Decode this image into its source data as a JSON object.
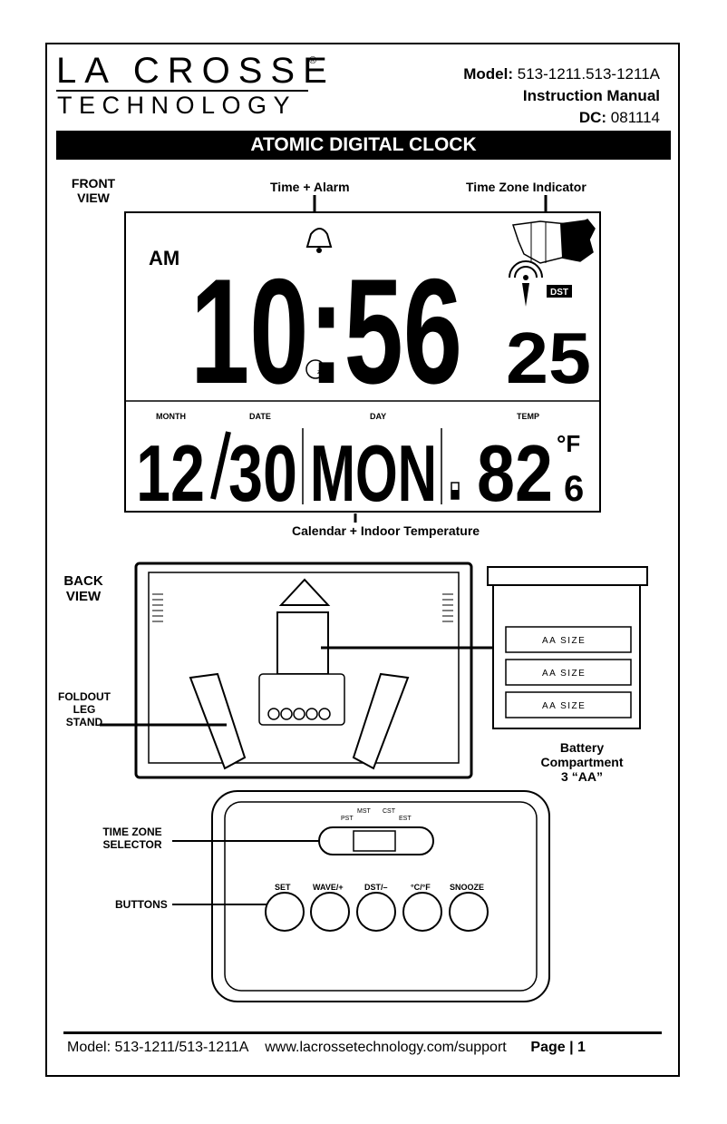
{
  "brand": {
    "line1": "LA CROSSE",
    "line2": "TECHNOLOGY",
    "reg": "®"
  },
  "header": {
    "model_label": "Model:",
    "model_value": "513-1211.513-1211A",
    "manual": "Instruction Manual",
    "dc_label": "DC:",
    "dc_value": "081114"
  },
  "banner": "ATOMIC DIGITAL CLOCK",
  "front": {
    "view_label_1": "FRONT",
    "view_label_2": "VIEW",
    "time_alarm": "Time + Alarm",
    "tz_indicator": "Time Zone Indicator",
    "ampm": "AM",
    "time": "10:56",
    "seconds": "25",
    "dst": "DST",
    "month_label": "MONTH",
    "date_label": "DATE",
    "day_label": "DAY",
    "temp_label": "TEMP",
    "month": "12",
    "date": "30",
    "day": "MON",
    "temp": "82",
    "temp_unit": "°F",
    "temp_decimal": "6",
    "calendar_caption": "Calendar + Indoor Temperature"
  },
  "back": {
    "view_label_1": "BACK",
    "view_label_2": "VIEW",
    "stand_1": "FOLDOUT",
    "stand_2": "LEG",
    "stand_3": "STAND",
    "battery_1": "Battery",
    "battery_2": "Compartment",
    "battery_3": "3 “AA”",
    "aa": "AA SIZE"
  },
  "panel": {
    "tz_selector_1": "TIME ZONE",
    "tz_selector_2": "SELECTOR",
    "buttons_label": "BUTTONS",
    "zones": [
      "PST",
      "MST",
      "CST",
      "EST"
    ],
    "buttons": [
      "SET",
      "WAVE/+",
      "DST/–",
      "°C/°F",
      "SNOOZE"
    ]
  },
  "footer": {
    "model": "Model: 513-1211/513-1211A",
    "url": "www.lacrossetechnology.com/support",
    "page": "Page | 1"
  }
}
